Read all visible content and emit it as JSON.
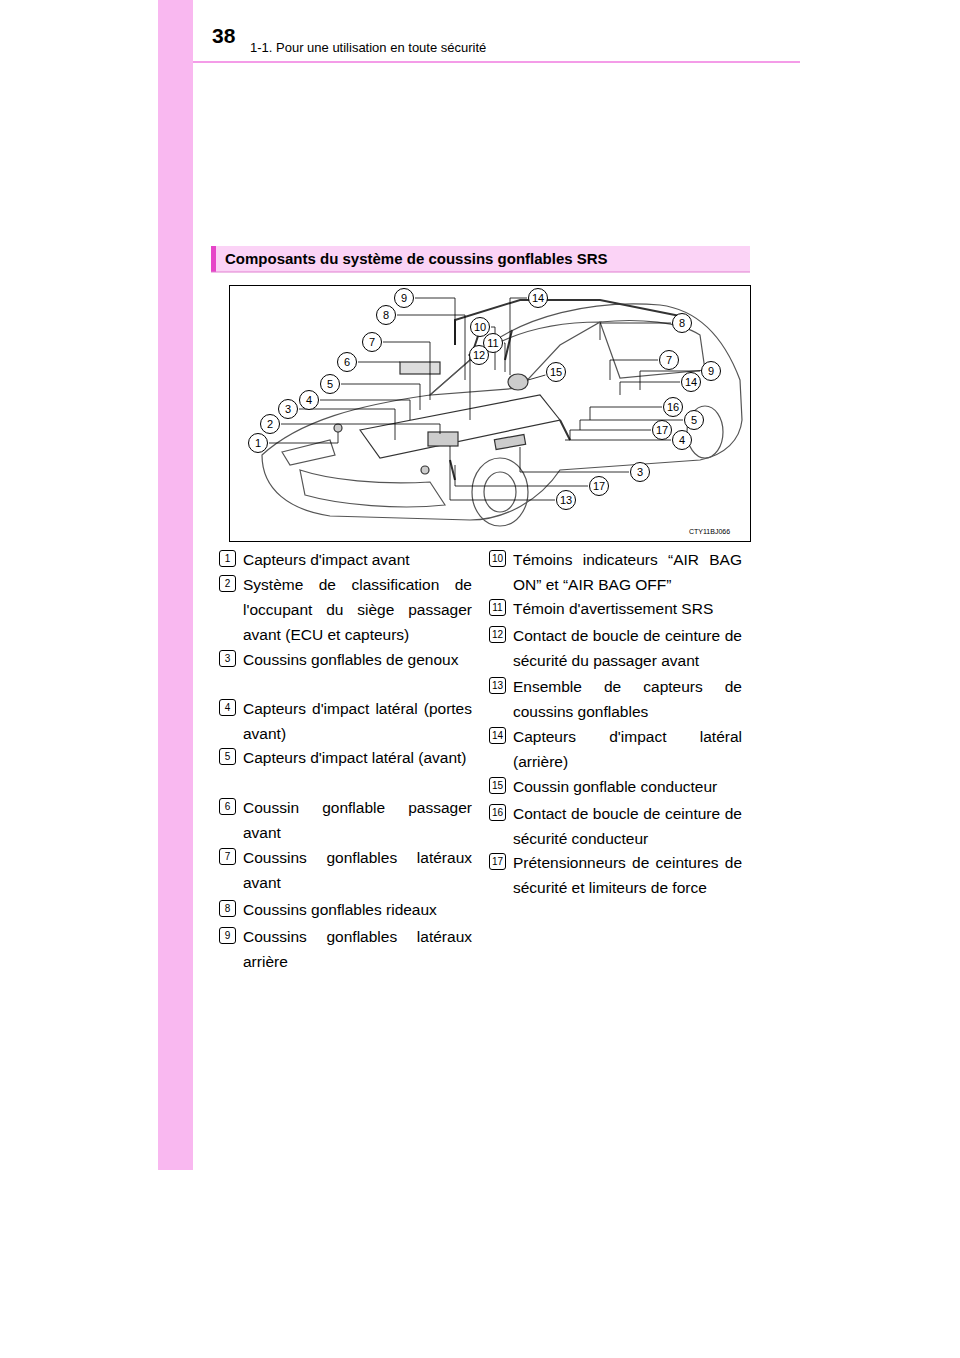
{
  "diagram": {
    "title": "Composants du système de coussins gonflables SRS",
    "labels": [
      "38",
      "1-1. Pour une utilisation en toute sécurité",
      "9",
      "8",
      "7",
      "6",
      "5",
      "4",
      "3",
      "2",
      "1",
      "14",
      "10",
      "11",
      "12",
      "8",
      "7",
      "15",
      "9",
      "14",
      "16",
      "5",
      "17",
      "4",
      "3",
      "17",
      "13",
      "CTY11BJ066",
      "1",
      "Capteurs d'impact avant",
      "2",
      "Système de classification de l'occupant du siège passager avant (ECU et capteurs)",
      "3",
      "Coussins gonflables de genoux",
      "4",
      "Capteurs d'impact latéral (portes avant)",
      "5",
      "Capteurs d'impact latéral (avant)",
      "6",
      "Coussin gonflable passager avant",
      "7",
      "Coussins gonflables latéraux avant",
      "8",
      "Coussins gonflables rideaux",
      "9",
      "Coussins gonflables latéraux arrière",
      "10",
      "Témoins indicateurs “AIR BAG ON” et “AIR BAG OFF”",
      "11",
      "Témoin d'avertissement SRS",
      "12",
      "Contact de boucle de ceinture de sécurité du passager avant",
      "13",
      "Ensemble de capteurs de coussins gonflables",
      "14",
      "Capteurs d'impact latéral (arrière)",
      "15",
      "Coussin gonflable conducteur",
      "16",
      "Contact de boucle de ceinture de sécurité conducteur",
      "17",
      "Prétensionneurs de ceintures de sécurité et limiteurs de force"
    ]
  }
}
